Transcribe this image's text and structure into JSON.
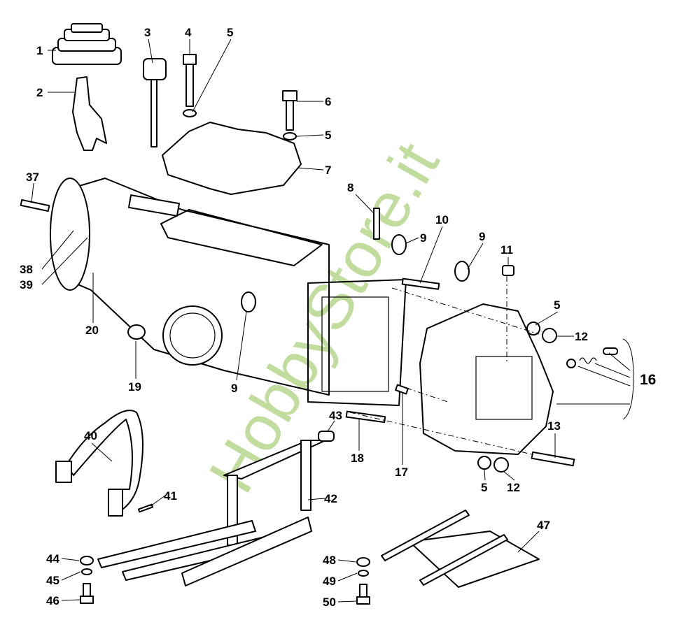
{
  "diagram": {
    "watermark": "HobbyStore.it",
    "labels": {
      "l1": "1",
      "l2": "2",
      "l3": "3",
      "l4": "4",
      "l5a": "5",
      "l6": "6",
      "l5b": "5",
      "l7": "7",
      "l37": "37",
      "l8": "8",
      "l9a": "9",
      "l10": "10",
      "l9b": "9",
      "l11": "11",
      "l38": "38",
      "l39": "39",
      "l20": "20",
      "l5c": "5",
      "l12a": "12",
      "l16": "16",
      "l19": "19",
      "l9c": "9",
      "l43": "43",
      "l18": "18",
      "l17": "17",
      "l13": "13",
      "l5d": "5",
      "l12b": "12",
      "l40": "40",
      "l41": "41",
      "l42": "42",
      "l47": "47",
      "l44": "44",
      "l45": "45",
      "l46": "46",
      "l48": "48",
      "l49": "49",
      "l50": "50"
    }
  }
}
